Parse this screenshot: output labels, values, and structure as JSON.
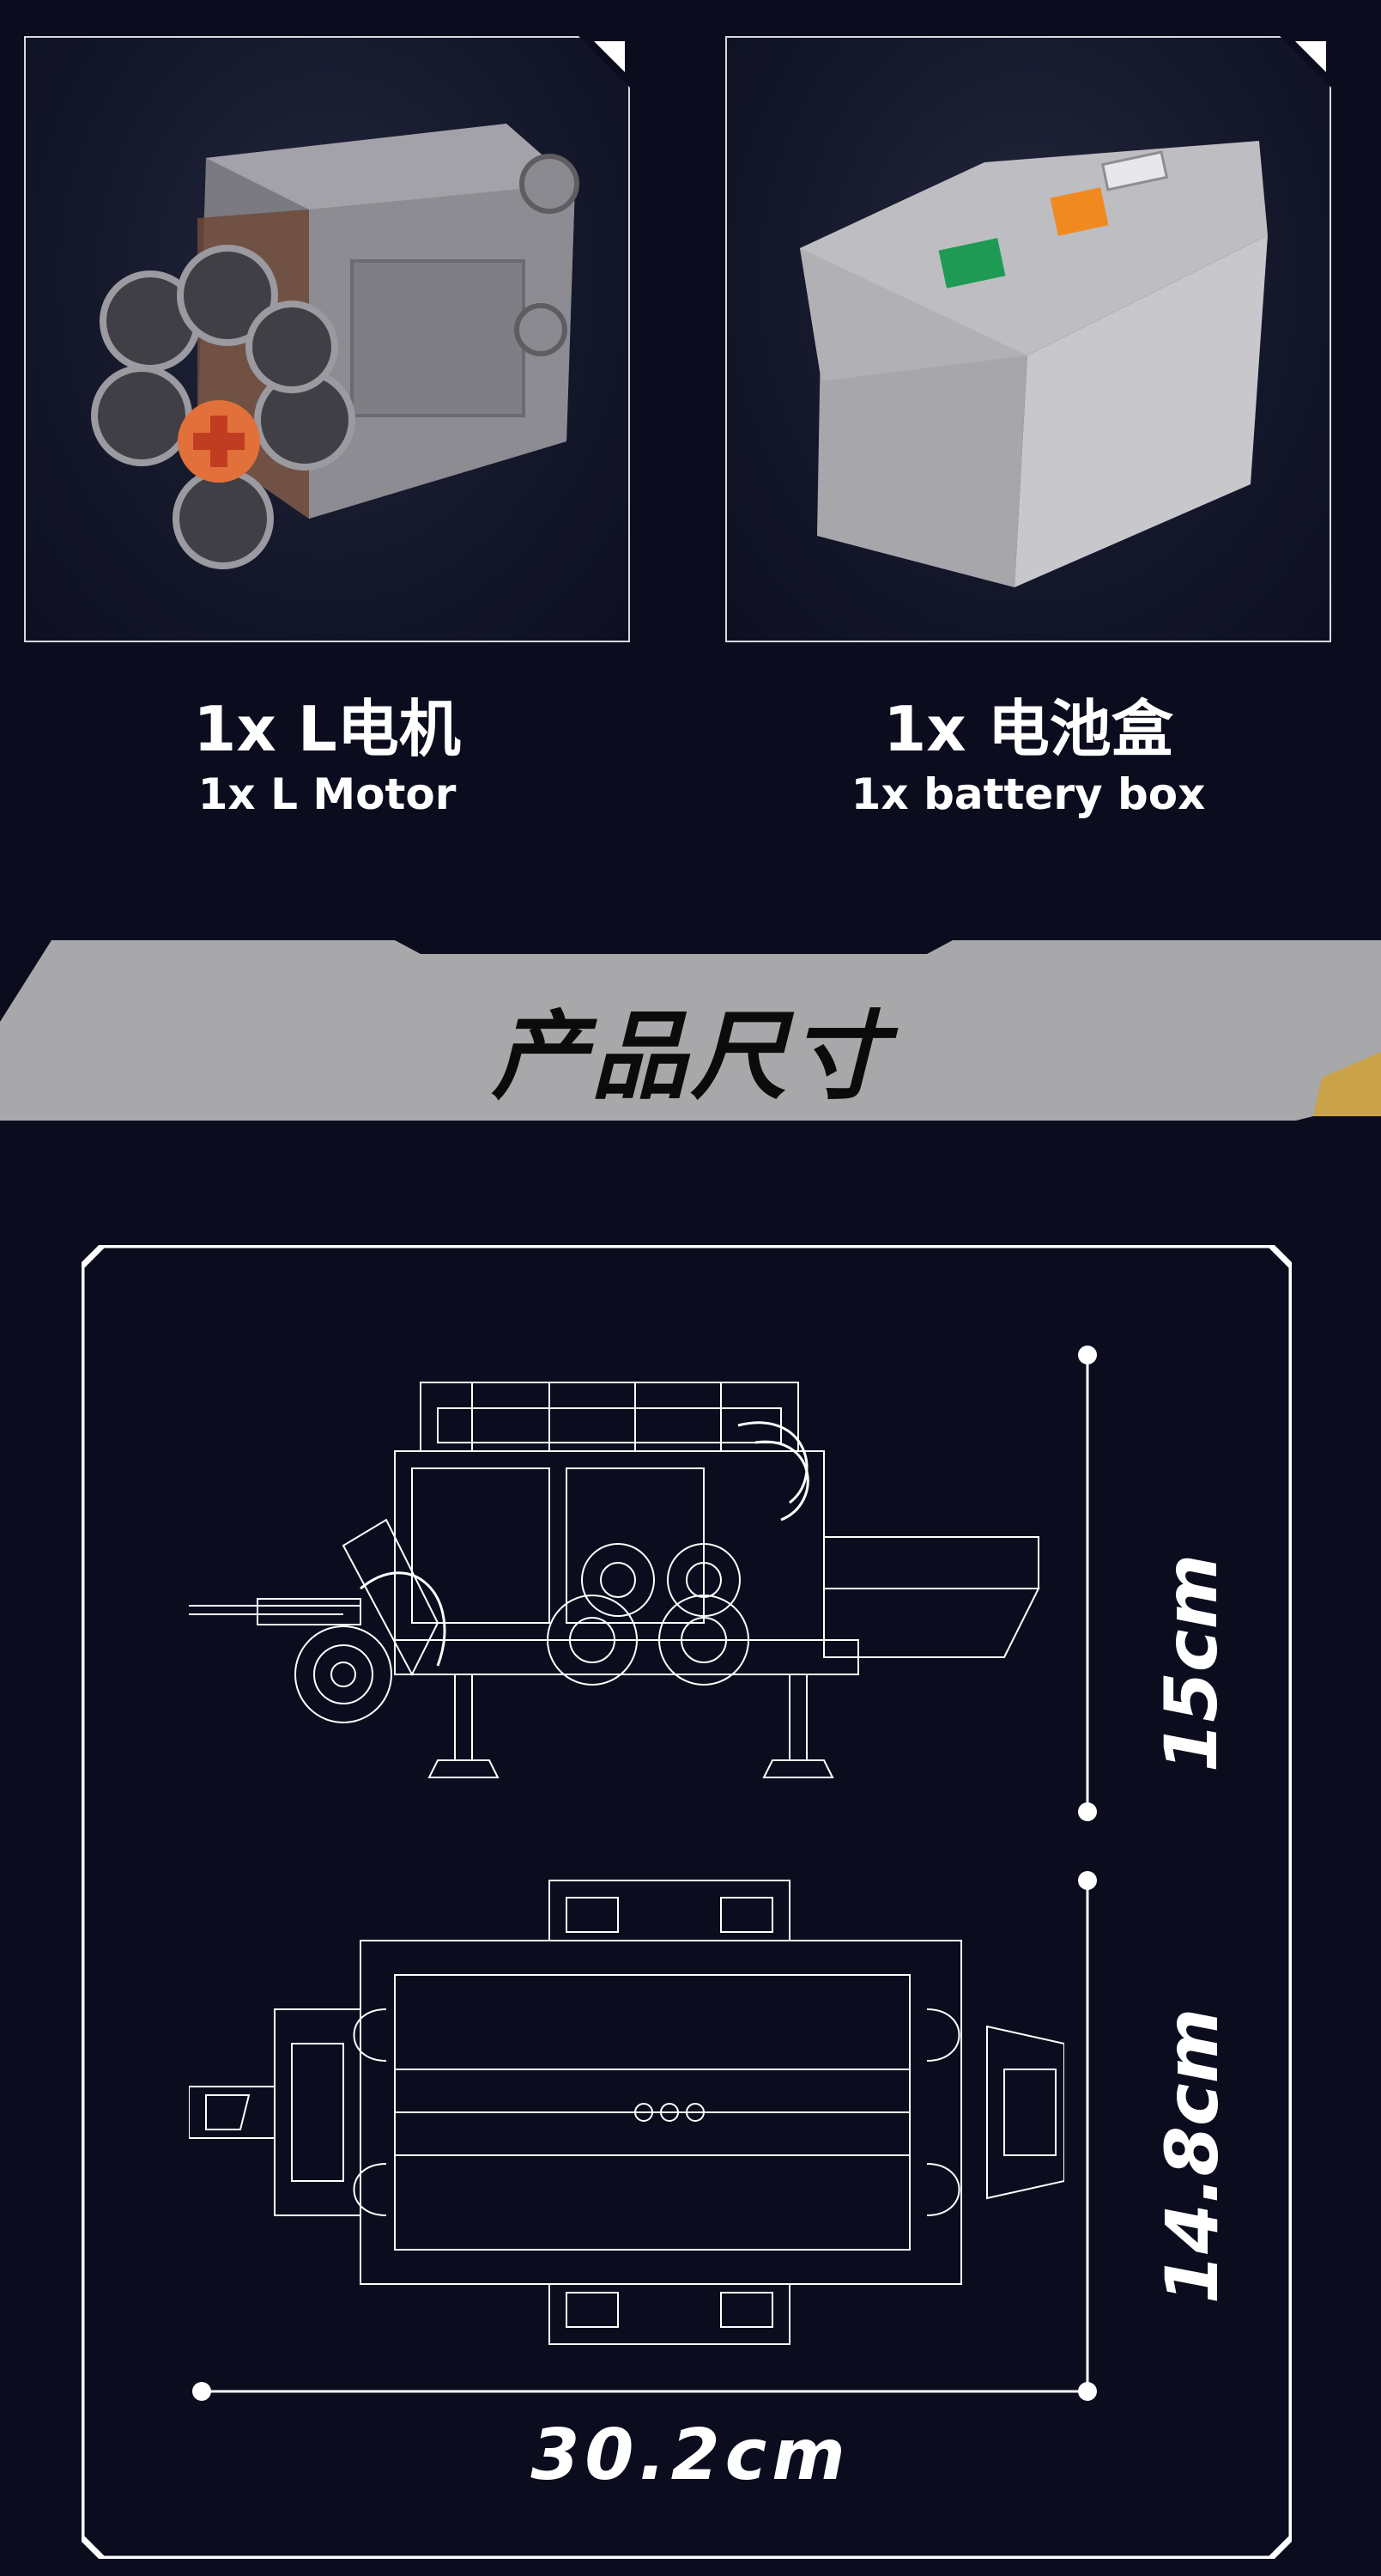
{
  "components": [
    {
      "label_cn": "1x L电机",
      "label_en": "1x L Motor",
      "icon": "l-motor-icon"
    },
    {
      "label_cn": "1x 电池盒",
      "label_en": "1x  battery box",
      "icon": "battery-box-icon"
    }
  ],
  "section_title": "产品尺寸",
  "dimensions": {
    "height_side": "15cm",
    "height_top": "14.8cm",
    "width": "30.2cm"
  },
  "colors": {
    "background": "#0b0d1e",
    "banner": "#a9a9a9",
    "accent_gold": "#c9a24a",
    "line": "#ffffff"
  }
}
